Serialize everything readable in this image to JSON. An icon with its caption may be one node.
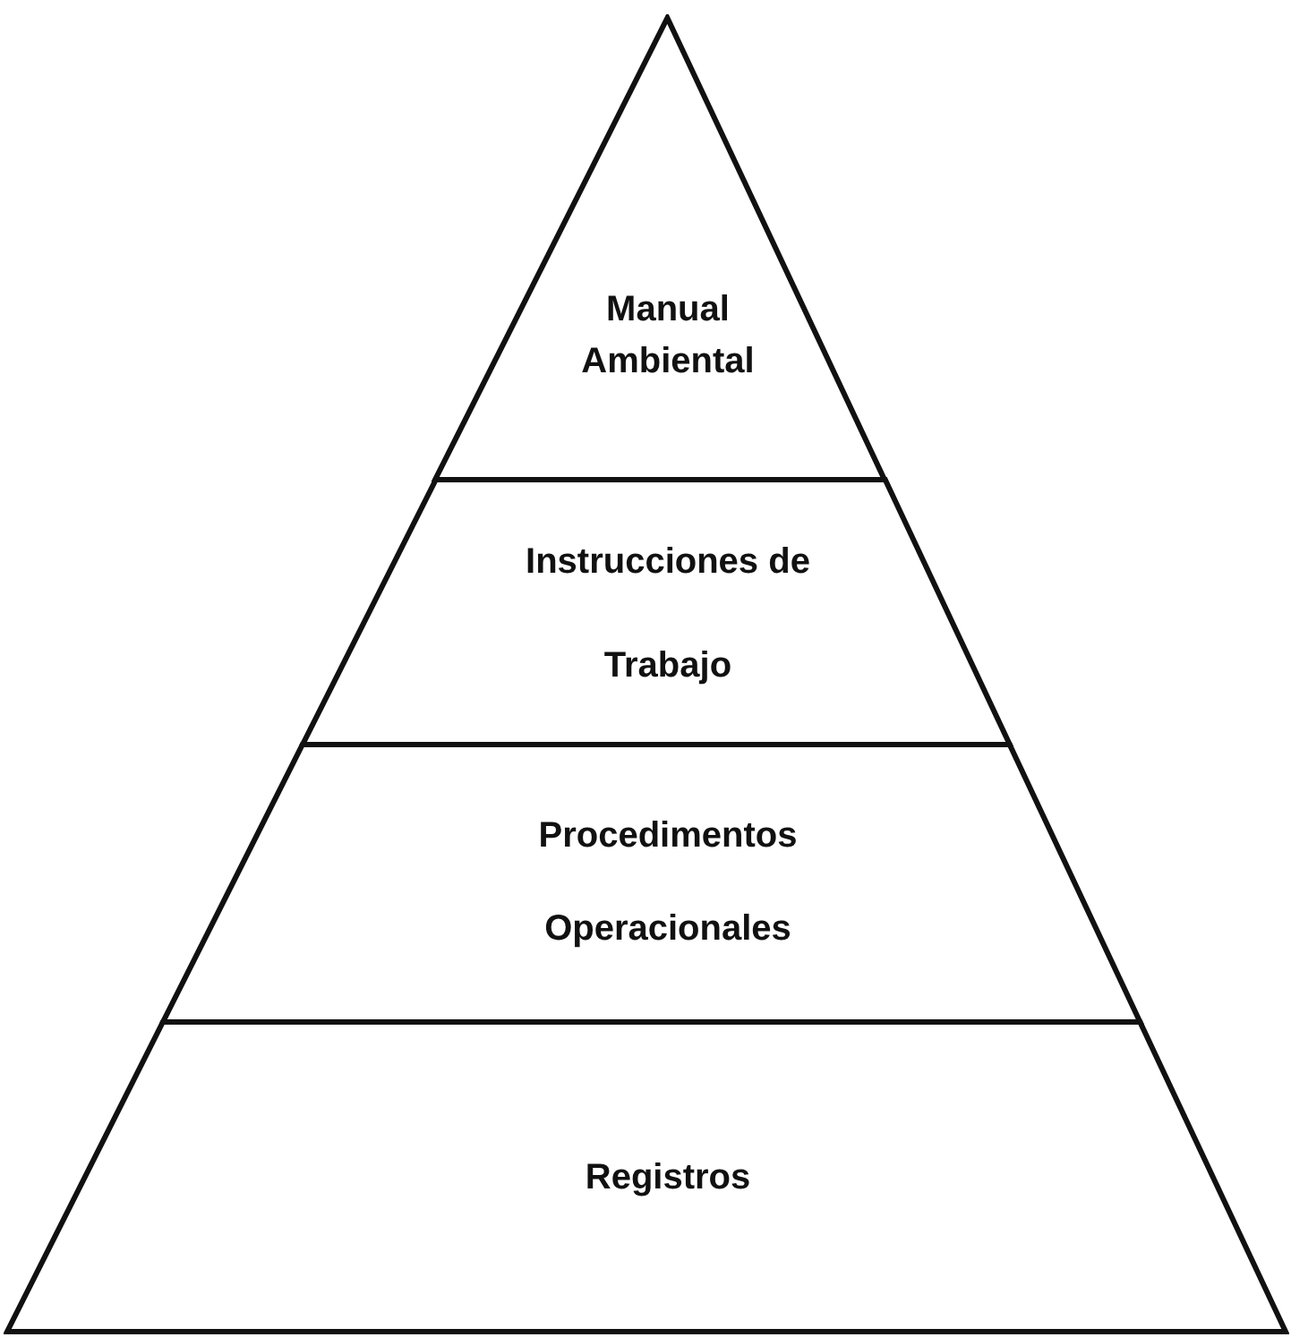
{
  "diagram": {
    "nodes": [
      {
        "text": [
          "Manual Ambiental"
        ]
      },
      {
        "text": [
          "Instrucciones de Trabajo"
        ]
      },
      {
        "text": [
          "Procedimentos Operacionales"
        ]
      },
      {
        "text": [
          "Registros"
        ]
      }
    ]
  }
}
